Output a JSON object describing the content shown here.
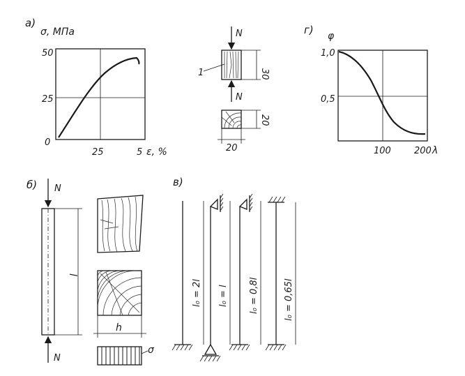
{
  "panel_a": {
    "label": "а)",
    "y_axis": "σ, МПа",
    "y_ticks": [
      "50",
      "25",
      "0"
    ],
    "x_ticks": [
      "25",
      "5"
    ],
    "x_axis": "ε, %"
  },
  "specimen": {
    "force": "N",
    "part_number": "1",
    "height_dim": "30",
    "side_dim": "20",
    "width_dim": "20"
  },
  "panel_g": {
    "label": "г)",
    "y_axis": "φ",
    "y_ticks": [
      "1,0",
      "0,5"
    ],
    "x_ticks": [
      "100",
      "200"
    ],
    "x_axis": "λ"
  },
  "panel_b": {
    "label": "б)",
    "force": "N",
    "length": "l",
    "width": "h",
    "stress": "σ"
  },
  "panel_v": {
    "label": "в)",
    "lengths": [
      "l₀ = 2l",
      "l₀ = l",
      "l₀ = 0,8l",
      "l₀ = 0,65l"
    ]
  }
}
